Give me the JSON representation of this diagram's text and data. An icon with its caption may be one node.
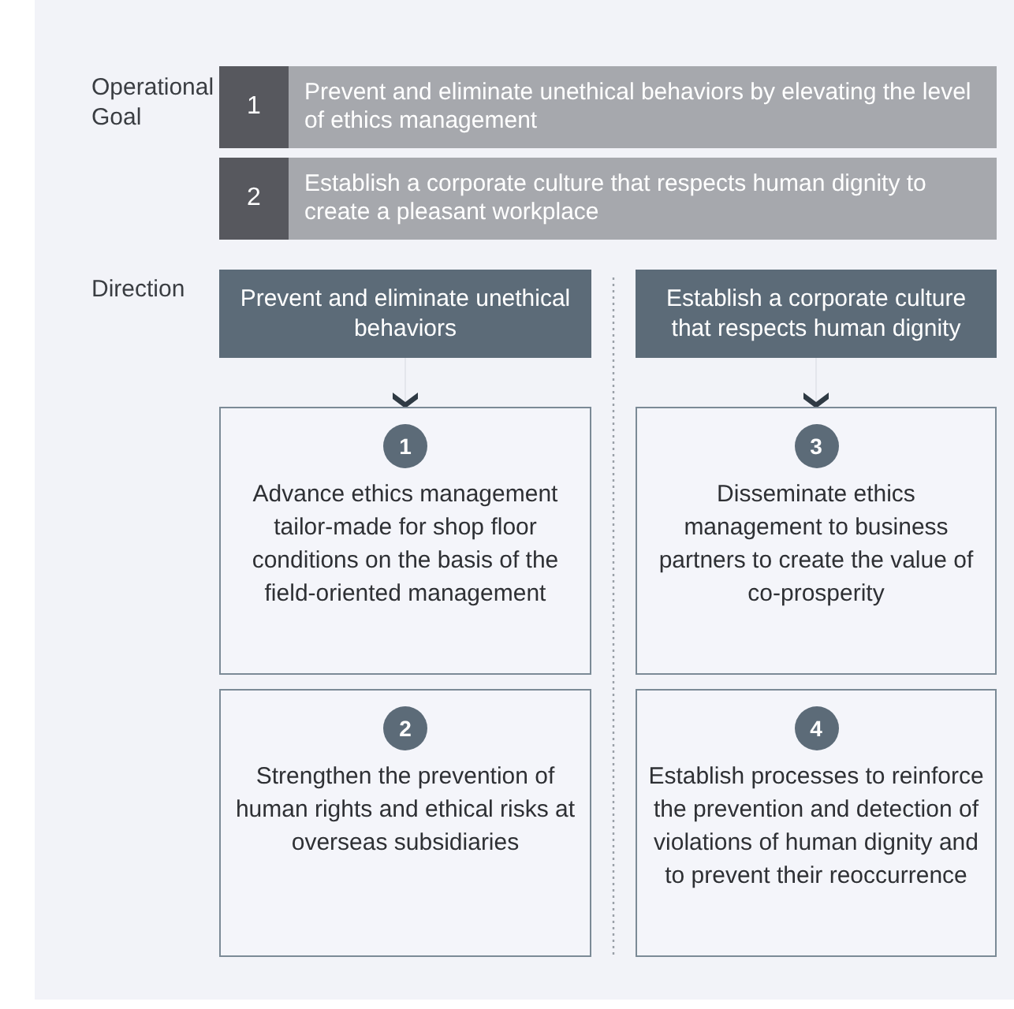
{
  "diagram": {
    "nodes": [
      {
        "text": [
          "1",
          "Prevent and eliminate unethical behaviors by elevating the level of ethics management"
        ]
      },
      {
        "text": [
          "2",
          "Establish a corporate culture that respects human dignity to create a pleasant workplace"
        ]
      },
      {
        "text": [
          "Prevent and eliminate unethical behaviors"
        ]
      },
      {
        "text": [
          "1",
          "Advance ethics management tailor-made for shop floor conditions on the basis of the field-oriented management"
        ]
      },
      {
        "text": [
          "2",
          "Strengthen the prevention of human rights and ethical risks at overseas subsidiaries"
        ]
      },
      {
        "text": [
          "Establish a corporate culture that respects human dignity"
        ]
      },
      {
        "text": [
          "3",
          "Disseminate ethics management to business partners to create the value of co-prosperity"
        ]
      },
      {
        "text": [
          "4",
          "Establish processes to reinforce the prevention and detection of violations of human dignity and to prevent their reoccurrence"
        ]
      }
    ],
    "edges": [
      {
        "from": 2,
        "to": 3,
        "arrow": "to"
      },
      {
        "from": 5,
        "to": 6,
        "arrow": "to"
      }
    ],
    "labels": [
      "Operational Goal",
      "Direction"
    ]
  }
}
